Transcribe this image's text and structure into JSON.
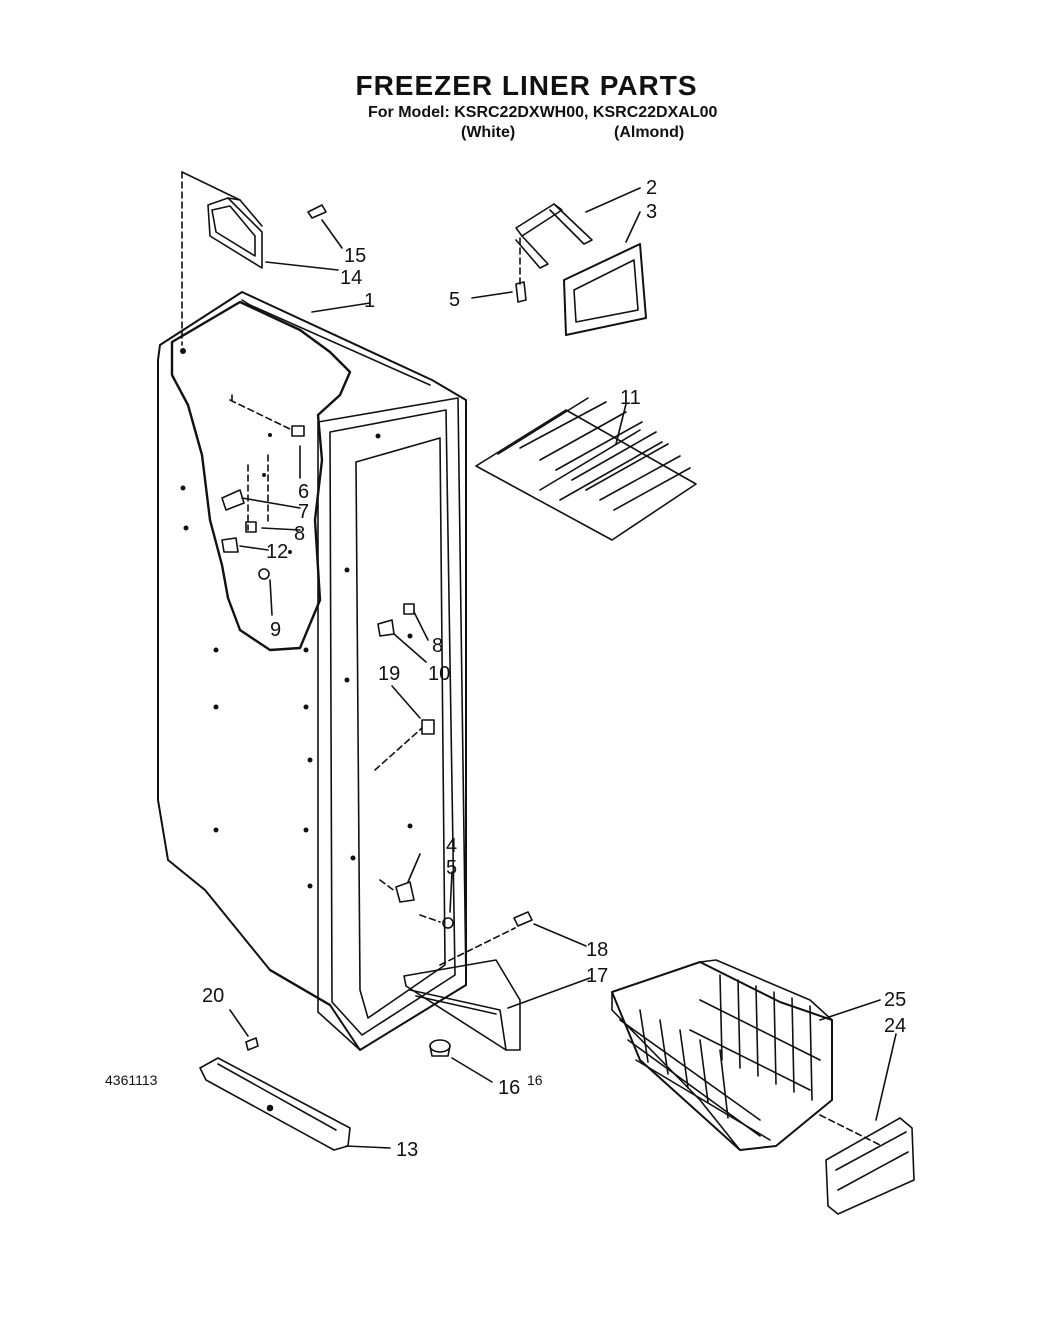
{
  "title": "FREEZER LINER PARTS",
  "model_line": "For Model: KSRC22DXWH00, KSRC22DXAL00",
  "variants": {
    "white": "(White)",
    "almond": "(Almond)"
  },
  "footer": {
    "document_number": "4361113",
    "page_number": "16"
  },
  "callouts": {
    "c1": "1",
    "c2": "2",
    "c3": "3",
    "c4": "4",
    "c5a": "5",
    "c5b": "5",
    "c6": "6",
    "c7": "7",
    "c8a": "8",
    "c8b": "8",
    "c9": "9",
    "c10": "10",
    "c11": "11",
    "c12": "12",
    "c13": "13",
    "c14": "14",
    "c15": "15",
    "c16": "16",
    "c17": "17",
    "c18": "18",
    "c19": "19",
    "c20": "20",
    "c24": "24",
    "c25": "25"
  }
}
